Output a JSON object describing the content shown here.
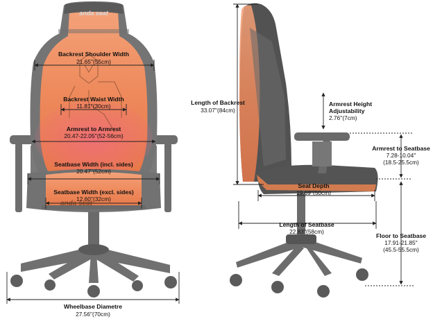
{
  "colors": {
    "accent_orange": "#e87a4a",
    "frame_gray": "#6f6f6f",
    "dark_gray": "#4a4a4a",
    "line": "#222222"
  },
  "brand": {
    "front_logo": "anda seat",
    "seat_logo": "anda seat"
  },
  "front": {
    "shoulder": {
      "title": "Backrest Shoulder Width",
      "value": "21.65''(55cm)"
    },
    "waist": {
      "title": "Backrest Waist Width",
      "value": "11.81''(30cm)"
    },
    "armrest": {
      "title": "Armrest to Armrest",
      "value": "20.47-22.05''(52-56cm)"
    },
    "seat_incl": {
      "title": "Seatbase Width (incl. sides)",
      "value": "20.47''(52cm)"
    },
    "seat_excl": {
      "title": "Seatbase Width (excl. sides)",
      "value": "12.60''(32cm)"
    },
    "wheelbase": {
      "title": "Wheelbase Diametre",
      "value": "27.56''(70cm)"
    }
  },
  "side": {
    "backrest_length": {
      "title": "Length of Backrest",
      "value": "33.07''(84cm)"
    },
    "armrest_height": {
      "title": "Armrest Height",
      "title2": "Adjustability",
      "value": "2.76''(7cm)"
    },
    "arm_to_seat": {
      "title": "Armrest to Seatbase",
      "value": "7.28-10.04''",
      "value2": "(18.5-25.5cm)"
    },
    "seat_depth": {
      "title": "Seat Depth",
      "value": "19.69''(50cm)"
    },
    "seat_length": {
      "title": "Length of Seatbase",
      "value": "22.83''(58cm)"
    },
    "floor_to_seat": {
      "title": "Floor to Seatbase",
      "value": "17.91-21.85''",
      "value2": "(45.5-55.5cm)"
    }
  }
}
